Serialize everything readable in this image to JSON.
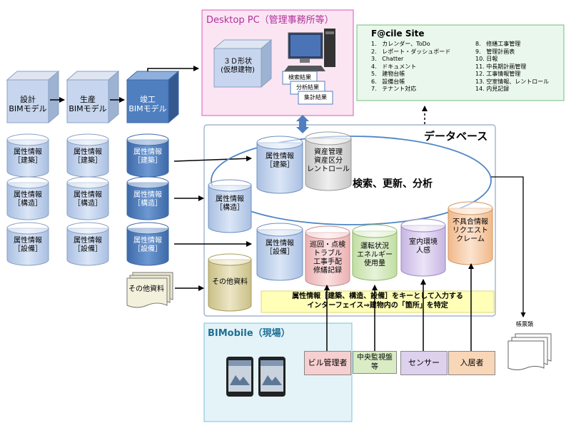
{
  "panels": {
    "desktop": {
      "title": "Desktop PC（管理事務所等）",
      "cube": "３Ｄ形状\n(仮想建物)",
      "docs": [
        "検索結果",
        "分析結果",
        "集計結果"
      ]
    },
    "facile": {
      "title": "F@cile Site",
      "items_left": [
        "1.   カレンダー、ToDo",
        "2.   レポート・ダッシュボード",
        "3.   Chatter",
        "4.   ドキュメント",
        "5.   建物台帳",
        "6.   設備台帳",
        "7.   テナント対応"
      ],
      "items_right": [
        "8.   修繕工事管理",
        "9.   管理計画表",
        "10. 日報",
        "11. 中長期計画管理",
        "12. 工事情報管理",
        "13. 空室情報、レントロール",
        "14. 内見記録"
      ]
    },
    "database": {
      "title": "データベース",
      "search": "検索、更新、分析",
      "note_line1": "属性情報［建築、構造、設備］をキーとして入力する",
      "note_line2": "インターフェイス⇒建物内の「箇所」を特定"
    },
    "bimobile": {
      "title": "BIMobile（現場）"
    }
  },
  "bim_models": [
    {
      "label": "設計\nBIMモデル"
    },
    {
      "label": "生産\nBIMモデル"
    },
    {
      "label": "竣工\nBIMモデル"
    }
  ],
  "attr_labels": [
    "属性情報\n［建築］",
    "属性情報\n［構造］",
    "属性情報\n［設備］"
  ],
  "other_docs": "その他資料",
  "db_cylinders": {
    "arch": "属性情報\n［建築］",
    "asset": "資産管理\n資産区分\nレントロール",
    "struct": "属性情報\n［構造］",
    "equip": "属性情報\n［設備］",
    "patrol": "巡回・点検\nトラブル\n工事手配\n修繕記録",
    "energy": "運転状況\nエネルギー\n使用量",
    "env": "室内環境\n人感",
    "request": "不具合情報\nリクエスト\nクレーム",
    "other": "その他資料"
  },
  "actors": [
    "ビル管理者",
    "中央監視盤\n等",
    "センサー",
    "入居者"
  ],
  "forms_label": "帳票類",
  "colors": {
    "desktop_bg": "#fbe5f3",
    "desktop_border": "#d65db5",
    "desktop_title": "#b0309a",
    "facile_bg": "#eaf7ec",
    "facile_border": "#6fbf7c",
    "db_border": "#8fa8c4",
    "bimobile_bg": "#e3f3f8",
    "bimobile_border": "#7cc0d8",
    "bimobile_title": "#1f6f95",
    "light_blue": "#c7d6ee",
    "dark_blue": "#4f7fbf",
    "gray": "#dedede",
    "note_bg": "#ffffb8",
    "pink": "#f6cfd0",
    "green": "#d9ecc4",
    "purple": "#ddd1ee",
    "orange": "#f8d6b8",
    "olive": "#ddd6ae"
  }
}
